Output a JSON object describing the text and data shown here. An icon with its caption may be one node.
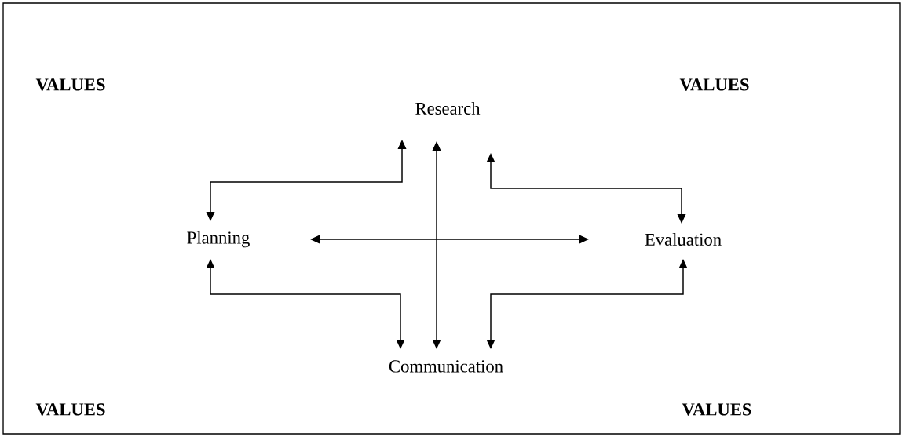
{
  "diagram": {
    "nodes": [
      {
        "text": [
          "Research"
        ]
      },
      {
        "text": [
          "Planning"
        ]
      },
      {
        "text": [
          "Evaluation"
        ]
      },
      {
        "text": [
          "Communication"
        ]
      }
    ],
    "edges": [
      {
        "from": 1,
        "to": 0,
        "arrow": "both"
      },
      {
        "from": 0,
        "to": 3,
        "arrow": "both"
      },
      {
        "from": 1,
        "to": 2,
        "arrow": "both"
      },
      {
        "from": 0,
        "to": 2,
        "arrow": "both"
      },
      {
        "from": 1,
        "to": 3,
        "arrow": "both"
      },
      {
        "from": 2,
        "to": 3,
        "arrow": "both"
      }
    ],
    "labels": [
      "VALUES",
      "VALUES",
      "VALUES",
      "VALUES"
    ]
  }
}
